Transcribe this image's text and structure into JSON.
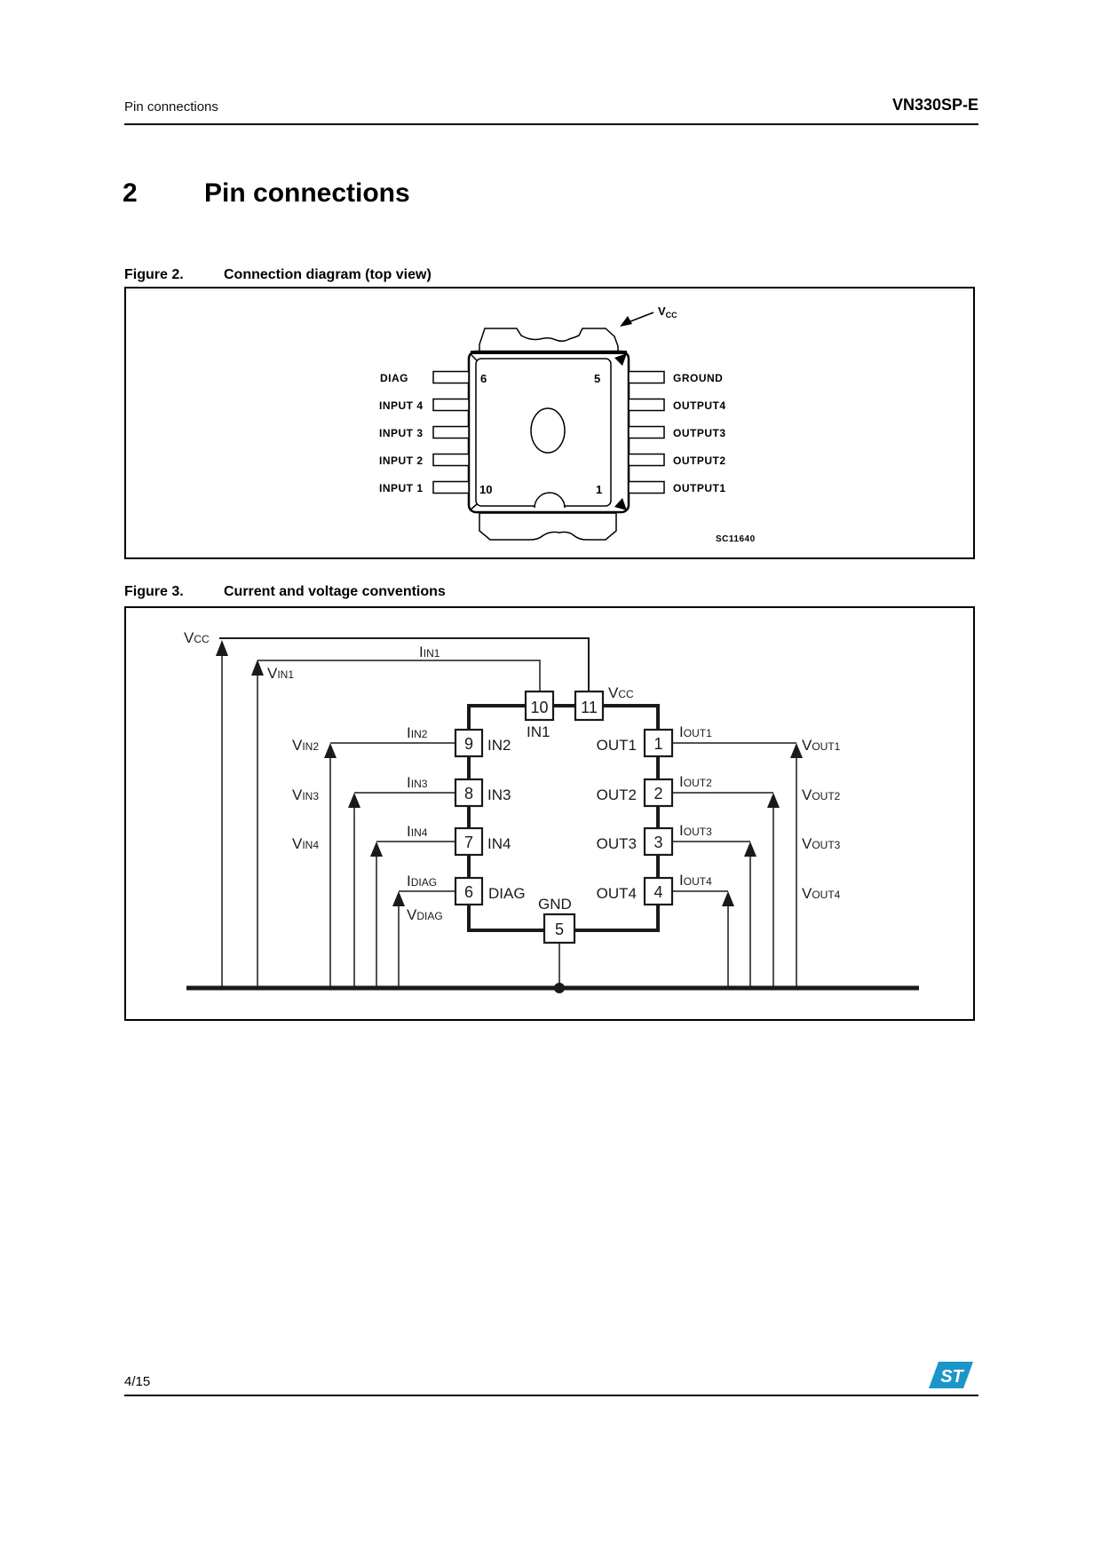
{
  "header": {
    "left_title": "Pin connections",
    "right_title": "VN330SP-E"
  },
  "section": {
    "number": "2",
    "title": "Pin connections"
  },
  "figure2": {
    "label": "Figure 2.",
    "title": "Connection diagram (top view)",
    "vcc": {
      "main": "V",
      "sub": "CC"
    },
    "left_pins": [
      "DIAG",
      "INPUT 4",
      "INPUT 3",
      "INPUT 2",
      "INPUT 1"
    ],
    "right_pins": [
      "GROUND",
      "OUTPUT4",
      "OUTPUT3",
      "OUTPUT2",
      "OUTPUT1"
    ],
    "corner_numbers": {
      "top_left": "6",
      "top_right": "5",
      "bottom_left": "10",
      "bottom_right": "1"
    },
    "drawing_code": "SC11640"
  },
  "figure3": {
    "label": "Figure 3.",
    "title": "Current and voltage conventions",
    "vcc_left": {
      "main": "V",
      "sub": "CC"
    },
    "vcc_right": {
      "main": "V",
      "sub": "CC"
    },
    "iin1": {
      "main": "I",
      "sub": "IN1"
    },
    "vin1": {
      "main": "V",
      "sub": "IN1"
    },
    "top_pins": {
      "pin10": "10",
      "pin11": "11",
      "in1_label": "IN1"
    },
    "gnd": {
      "pin": "5",
      "label": "GND"
    },
    "left_rows": [
      {
        "pin": "9",
        "name": "IN2",
        "i_main": "I",
        "i_sub": "IN2",
        "v_main": "V",
        "v_sub": "IN2"
      },
      {
        "pin": "8",
        "name": "IN3",
        "i_main": "I",
        "i_sub": "IN3",
        "v_main": "V",
        "v_sub": "IN3"
      },
      {
        "pin": "7",
        "name": "IN4",
        "i_main": "I",
        "i_sub": "IN4",
        "v_main": "V",
        "v_sub": "IN4"
      },
      {
        "pin": "6",
        "name": "DIAG",
        "i_main": "I",
        "i_sub": "DIAG",
        "v_main": "V",
        "v_sub": "DIAG"
      }
    ],
    "right_rows": [
      {
        "pin": "1",
        "name": "OUT1",
        "i_main": "I",
        "i_sub": "OUT1",
        "v_main": "V",
        "v_sub": "OUT1"
      },
      {
        "pin": "2",
        "name": "OUT2",
        "i_main": "I",
        "i_sub": "OUT2",
        "v_main": "V",
        "v_sub": "OUT2"
      },
      {
        "pin": "3",
        "name": "OUT3",
        "i_main": "I",
        "i_sub": "OUT3",
        "v_main": "V",
        "v_sub": "OUT3"
      },
      {
        "pin": "4",
        "name": "OUT4",
        "i_main": "I",
        "i_sub": "OUT4",
        "v_main": "V",
        "v_sub": "OUT4"
      }
    ]
  },
  "footer": {
    "page_number": "4/15",
    "logo_text": "ST",
    "logo_color": "#1b96c8"
  }
}
